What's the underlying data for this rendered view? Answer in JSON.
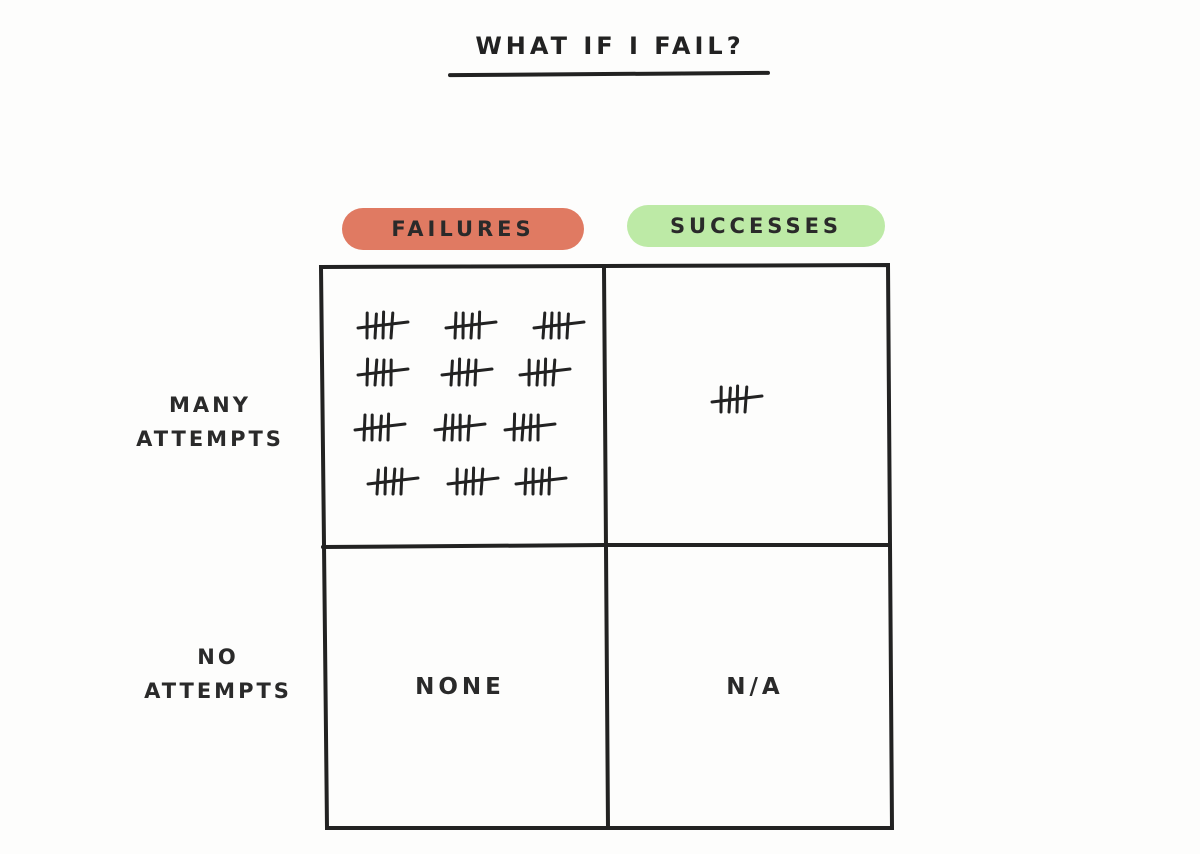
{
  "title": "WHAT IF I FAIL?",
  "columns": {
    "failures": {
      "label": "FAILURES",
      "color": "#e07a62"
    },
    "successes": {
      "label": "SUCCESSES",
      "color": "#bdeaa6"
    }
  },
  "rows": {
    "many_attempts": {
      "line1": "MANY",
      "line2": "ATTEMPTS"
    },
    "no_attempts": {
      "line1": "NO",
      "line2": "ATTEMPTS"
    }
  },
  "cells": {
    "many_failures": {
      "tally_groups": 12,
      "tally_per_group": 5
    },
    "many_successes": {
      "tally_groups": 1,
      "tally_per_group": 5
    },
    "no_failures": {
      "label": "NONE"
    },
    "no_successes": {
      "label": "N/A"
    }
  },
  "colors": {
    "ink": "#222222",
    "background": "#fdfdfc"
  }
}
